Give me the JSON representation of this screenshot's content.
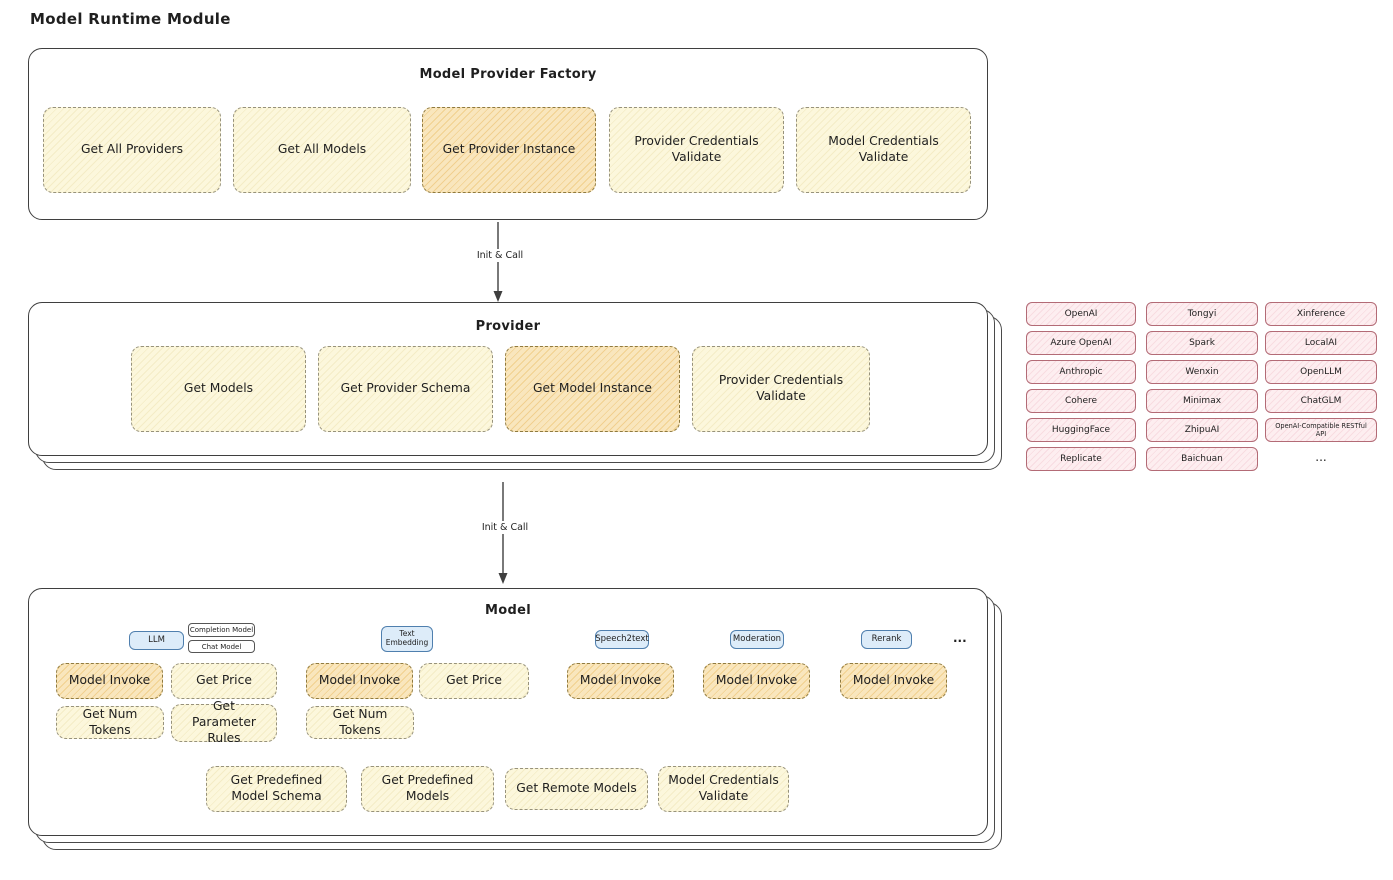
{
  "page": {
    "title": "Model Runtime Module"
  },
  "colors": {
    "highlight_orange": "#f1d08f",
    "block_yellow": "#fcf7dc",
    "provider_pink": "#f8dce1",
    "tag_blue": "#ddecf9"
  },
  "factory": {
    "title": "Model Provider Factory",
    "items": [
      {
        "label": "Get All Providers",
        "highlight": false
      },
      {
        "label": "Get All Models",
        "highlight": false
      },
      {
        "label": "Get Provider Instance",
        "highlight": true
      },
      {
        "label": "Provider Credentials Validate",
        "highlight": false
      },
      {
        "label": "Model Credentials Validate",
        "highlight": false
      }
    ]
  },
  "arrows": {
    "init_call_1": "Init & Call",
    "init_call_2": "Init & Call"
  },
  "provider": {
    "title": "Provider",
    "items": [
      {
        "label": "Get Models",
        "highlight": false
      },
      {
        "label": "Get Provider Schema",
        "highlight": false
      },
      {
        "label": "Get Model Instance",
        "highlight": true
      },
      {
        "label": "Provider Credentials Validate",
        "highlight": false
      }
    ]
  },
  "provider_catalog": {
    "columns": [
      {
        "items": [
          "OpenAI",
          "Azure OpenAI",
          "Anthropic",
          "Cohere",
          "HuggingFace",
          "Replicate"
        ]
      },
      {
        "items": [
          "Tongyi",
          "Spark",
          "Wenxin",
          "Minimax",
          "ZhipuAI",
          "Baichuan"
        ]
      },
      {
        "items": [
          "Xinference",
          "LocalAI",
          "OpenLLM",
          "ChatGLM",
          "OpenAI-Compatible RESTful API"
        ]
      }
    ],
    "ellipsis": "..."
  },
  "model": {
    "title": "Model",
    "tags": {
      "llm": "LLM",
      "completion_model": "Completion Model",
      "chat_model": "Chat Model",
      "text_embedding": "Text Embedding",
      "speech2text": "Speech2text",
      "moderation": "Moderation",
      "rerank": "Rerank",
      "ellipsis": "..."
    },
    "llm_ops": [
      "Model Invoke",
      "Get Price",
      "Get Num Tokens",
      "Get Parameter Rules"
    ],
    "embedding_ops": [
      "Model Invoke",
      "Get Price",
      "Get Num Tokens"
    ],
    "speech2text_ops": [
      "Model Invoke"
    ],
    "moderation_ops": [
      "Model Invoke"
    ],
    "rerank_ops": [
      "Model Invoke"
    ],
    "common_ops": [
      "Get Predefined Model Schema",
      "Get Predefined Models",
      "Get Remote Models",
      "Model Credentials Validate"
    ]
  }
}
